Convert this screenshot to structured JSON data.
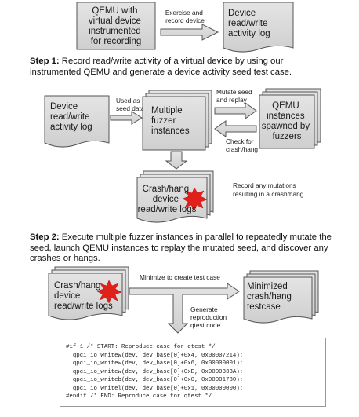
{
  "boxes": {
    "qemu_instrumented": [
      "QEMU with",
      "virtual device",
      "instrumented",
      "for recording"
    ],
    "log_top": [
      "Device",
      "read/write",
      "activity log"
    ],
    "log_mid": [
      "Device",
      "read/write",
      "activity log"
    ],
    "fuzzers": [
      "Multiple",
      "fuzzer",
      "instances"
    ],
    "qemu_spawned": [
      "QEMU",
      "instances",
      "spawned by",
      "fuzzers"
    ],
    "crash_mid": [
      "Crash/hang",
      "device",
      "read/write logs"
    ],
    "crash_bottom": [
      "Crash/hang",
      "device",
      "read/write logs"
    ],
    "minimized": [
      "Minimized",
      "crash/hang",
      "testcase"
    ]
  },
  "labels": {
    "exercise": [
      "Exercise and",
      "record device"
    ],
    "seed": [
      "Used as",
      "seed data"
    ],
    "mutate": [
      "Mutate seed",
      "and replay"
    ],
    "check": [
      "Check for",
      "crash/hang"
    ],
    "record_mut": [
      "Record any mutations",
      "resulting in a crash/hang"
    ],
    "minimize": "Minimize to create test case",
    "generate": [
      "Generate",
      "reproduction",
      "qtest code"
    ]
  },
  "step1": {
    "label": "Step 1:",
    "text": " Record read/write activity of a virtual device by using our instrumented QEMU and generate a device activity seed test case."
  },
  "step2": {
    "label": "Step 2:",
    "text": " Execute multiple fuzzer instances in parallel to repeatedly mutate the seed, launch QEMU instances to replay the mutated seed, and discover any crashes or hangs."
  },
  "code_lines": [
    "#if 1 /* START: Reproduce case for qtest */",
    "  qpci_io_writew(dev, dev_base[0]+0x4, 0x00007214);",
    "  qpci_io_writew(dev, dev_base[0]+0x6, 0x00000001);",
    "  qpci_io_writew(dev, dev_base[0]+0xE, 0x0000333A);",
    "  qpci_io_writeb(dev, dev_base[0]+0x0, 0x00001780);",
    "  qpci_io_writel(dev, dev_base[0]+0x1, 0x00000000);",
    "#endif /* END: Reproduce case for qtest */"
  ],
  "colors": {
    "box_fill": "#d9d9d9",
    "stroke": "#555555",
    "burst": "#e0201b"
  }
}
